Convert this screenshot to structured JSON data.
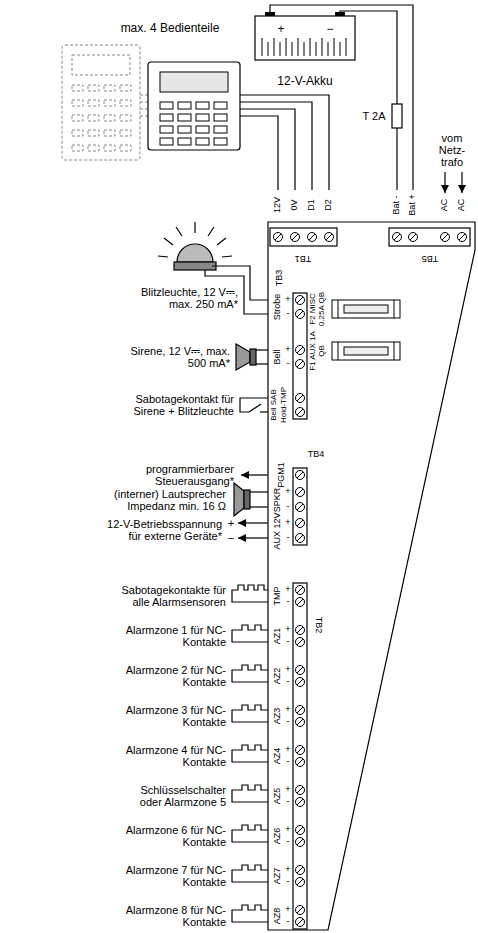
{
  "diagram": {
    "nodes": [
      {
        "text": [
          "12-V-Akku"
        ]
      },
      {
        "text": [
          "max. 4 Bedienteile"
        ]
      }
    ],
    "labels": [
      "+",
      "−",
      "T 2A",
      "vom Netz- trafo",
      "12V",
      "0V",
      "D1",
      "D2",
      "TB1",
      "Bat -",
      "Bat +",
      "AC",
      "AC",
      "TB5",
      "Blitzleuchte, 12 V⎓, max. 250 mA*",
      "Strobe",
      "+",
      "-",
      "TB3",
      "F2 MISC 0.25A QB",
      "Sirene, 12 V⎓, max. 500 mA*",
      "Bell",
      "+",
      "-",
      "F1 AUX 1A QB",
      "Sabotagekontakt für Sirene + Blitzleuchte",
      "Bell SAB",
      "Hold-TMP",
      "TB4",
      "programmierbarer Steuerausgang*",
      "PGM1",
      "(interner) Lautsprecher Impedanz min. 16 Ω",
      "SPKR",
      "+",
      "-",
      "12-V-Betriebsspannung für externe Geräte*",
      "+",
      "−",
      "AUX 12V",
      "+",
      "-",
      "Sabotagekontakte für alle Alarmsensoren",
      "TMP",
      "+",
      "-",
      "TB2",
      "Alarmzone 1 für NC-Kontakte",
      "AZ1",
      "+",
      "-",
      "Alarmzone 2 für NC-Kontakte",
      "AZ2",
      "+",
      "-",
      "Alarmzone 3 für NC-Kontakte",
      "AZ3",
      "+",
      "-",
      "Alarmzone 4 für NC-Kontakte",
      "AZ4",
      "+",
      "-",
      "Schlüsselschalter oder Alarmzone 5",
      "AZ5",
      "+",
      "-",
      "Alarmzone 6 für NC-Kontakte",
      "AZ6",
      "+",
      "-",
      "Alarmzone 7 für NC-Kontakte",
      "AZ7",
      "+",
      "-",
      "Alarmzone 8 für NC-Kontakte",
      "AZ8",
      "+",
      "-"
    ]
  }
}
